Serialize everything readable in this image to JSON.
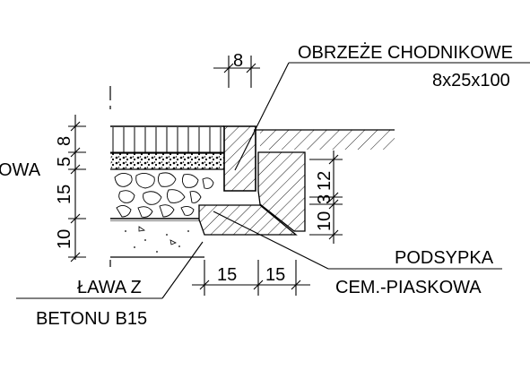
{
  "labels": {
    "curb_title": "OBRZEŻE CHODNIKOWE",
    "curb_size": "8x25x100",
    "left_cut": "OWA",
    "bedding_line1": "PODSYPKA",
    "bedding_line2": "CEM.-PIASKOWA",
    "bench_line1": "ŁAWA Z",
    "bench_line2": "BETONU B15"
  },
  "dimensions": {
    "curb_width": "8",
    "layer_8": "8",
    "layer_5": "5",
    "layer_15": "15",
    "layer_10": "10",
    "rise_12": "12",
    "rise_3": "3",
    "rise_10": "10",
    "base_15_left": "15",
    "base_15_right": "15"
  }
}
